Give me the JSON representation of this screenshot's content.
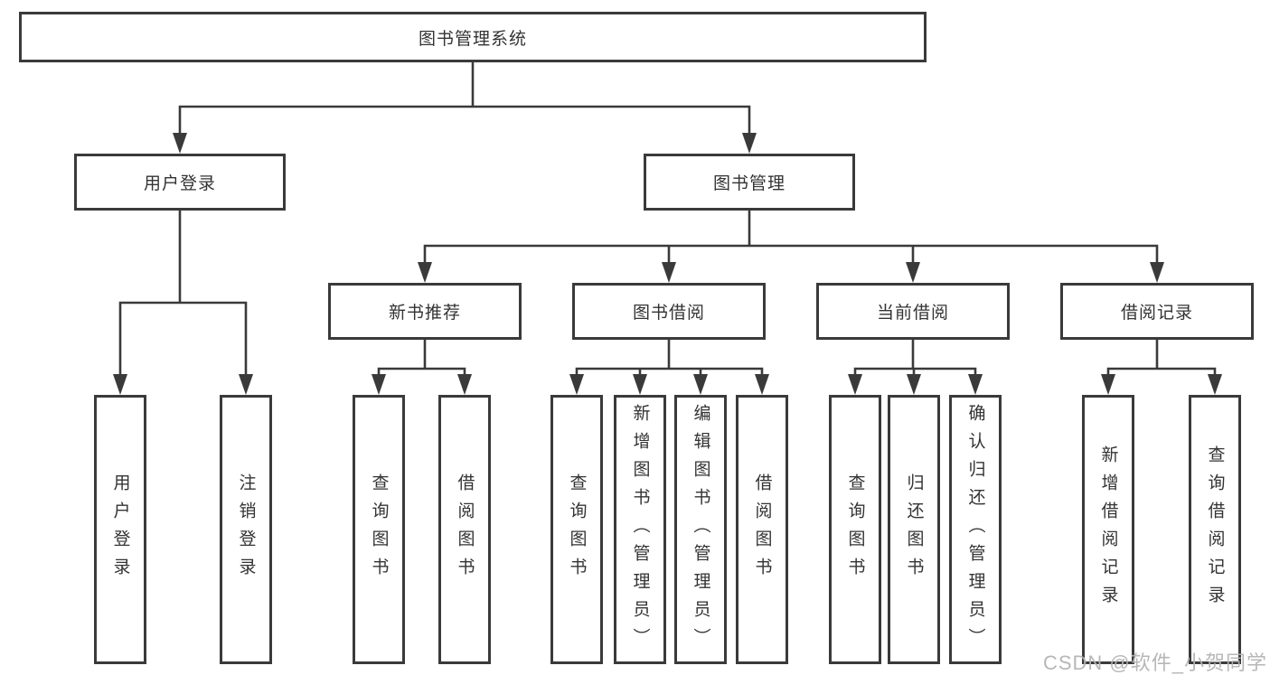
{
  "diagram": {
    "colors": {
      "line": "#3a3a3a",
      "text": "#333333",
      "box_background": "#ffffff",
      "watermark": "#b3b3b3"
    },
    "root": {
      "label": "图书管理系统"
    },
    "level2": [
      {
        "id": "user-login",
        "label": "用户登录"
      },
      {
        "id": "book-management",
        "label": "图书管理"
      }
    ],
    "level3": [
      {
        "id": "new-book-recommend",
        "label": "新书推荐",
        "parent": "book-management"
      },
      {
        "id": "book-borrow",
        "label": "图书借阅",
        "parent": "book-management"
      },
      {
        "id": "current-borrow",
        "label": "当前借阅",
        "parent": "book-management"
      },
      {
        "id": "borrow-records",
        "label": "借阅记录",
        "parent": "book-management"
      }
    ],
    "leaves": [
      {
        "group": "user-login",
        "label": "用户登录"
      },
      {
        "group": "user-login",
        "label": "注销登录"
      },
      {
        "group": "new-book-recommend",
        "label": "查询图书"
      },
      {
        "group": "new-book-recommend",
        "label": "借阅图书"
      },
      {
        "group": "book-borrow",
        "label": "查询图书"
      },
      {
        "group": "book-borrow",
        "label": "新增图书（管理员）"
      },
      {
        "group": "book-borrow",
        "label": "编辑图书（管理员）"
      },
      {
        "group": "book-borrow",
        "label": "借阅图书"
      },
      {
        "group": "current-borrow",
        "label": "查询图书"
      },
      {
        "group": "current-borrow",
        "label": "归还图书"
      },
      {
        "group": "current-borrow",
        "label": "确认归还（管理员）"
      },
      {
        "group": "borrow-records",
        "label": "新增借阅记录"
      },
      {
        "group": "borrow-records",
        "label": "查询借阅记录"
      }
    ],
    "watermark": "CSDN @软件_小贺同学"
  }
}
